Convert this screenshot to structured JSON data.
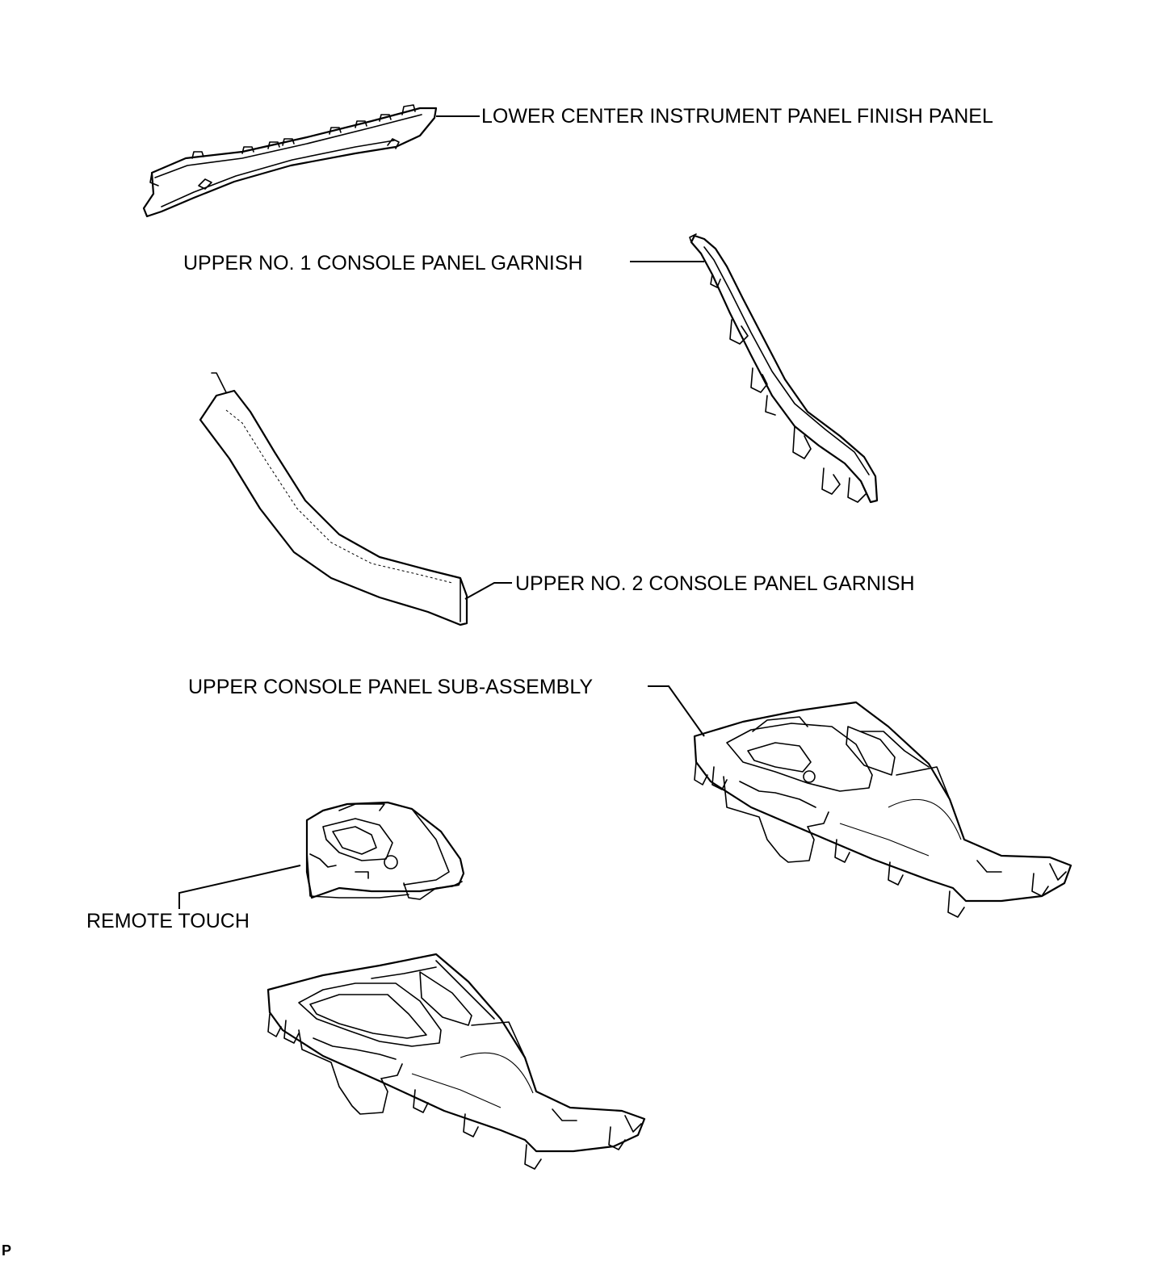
{
  "labels": {
    "lower_center_finish_panel": "LOWER CENTER INSTRUMENT PANEL FINISH PANEL",
    "upper_no1_garnish": "UPPER NO. 1 CONSOLE PANEL GARNISH",
    "upper_no2_garnish": "UPPER NO. 2 CONSOLE PANEL GARNISH",
    "upper_console_subassembly": "UPPER CONSOLE PANEL SUB-ASSEMBLY",
    "remote_touch": "REMOTE TOUCH",
    "corner_mark": "P"
  }
}
